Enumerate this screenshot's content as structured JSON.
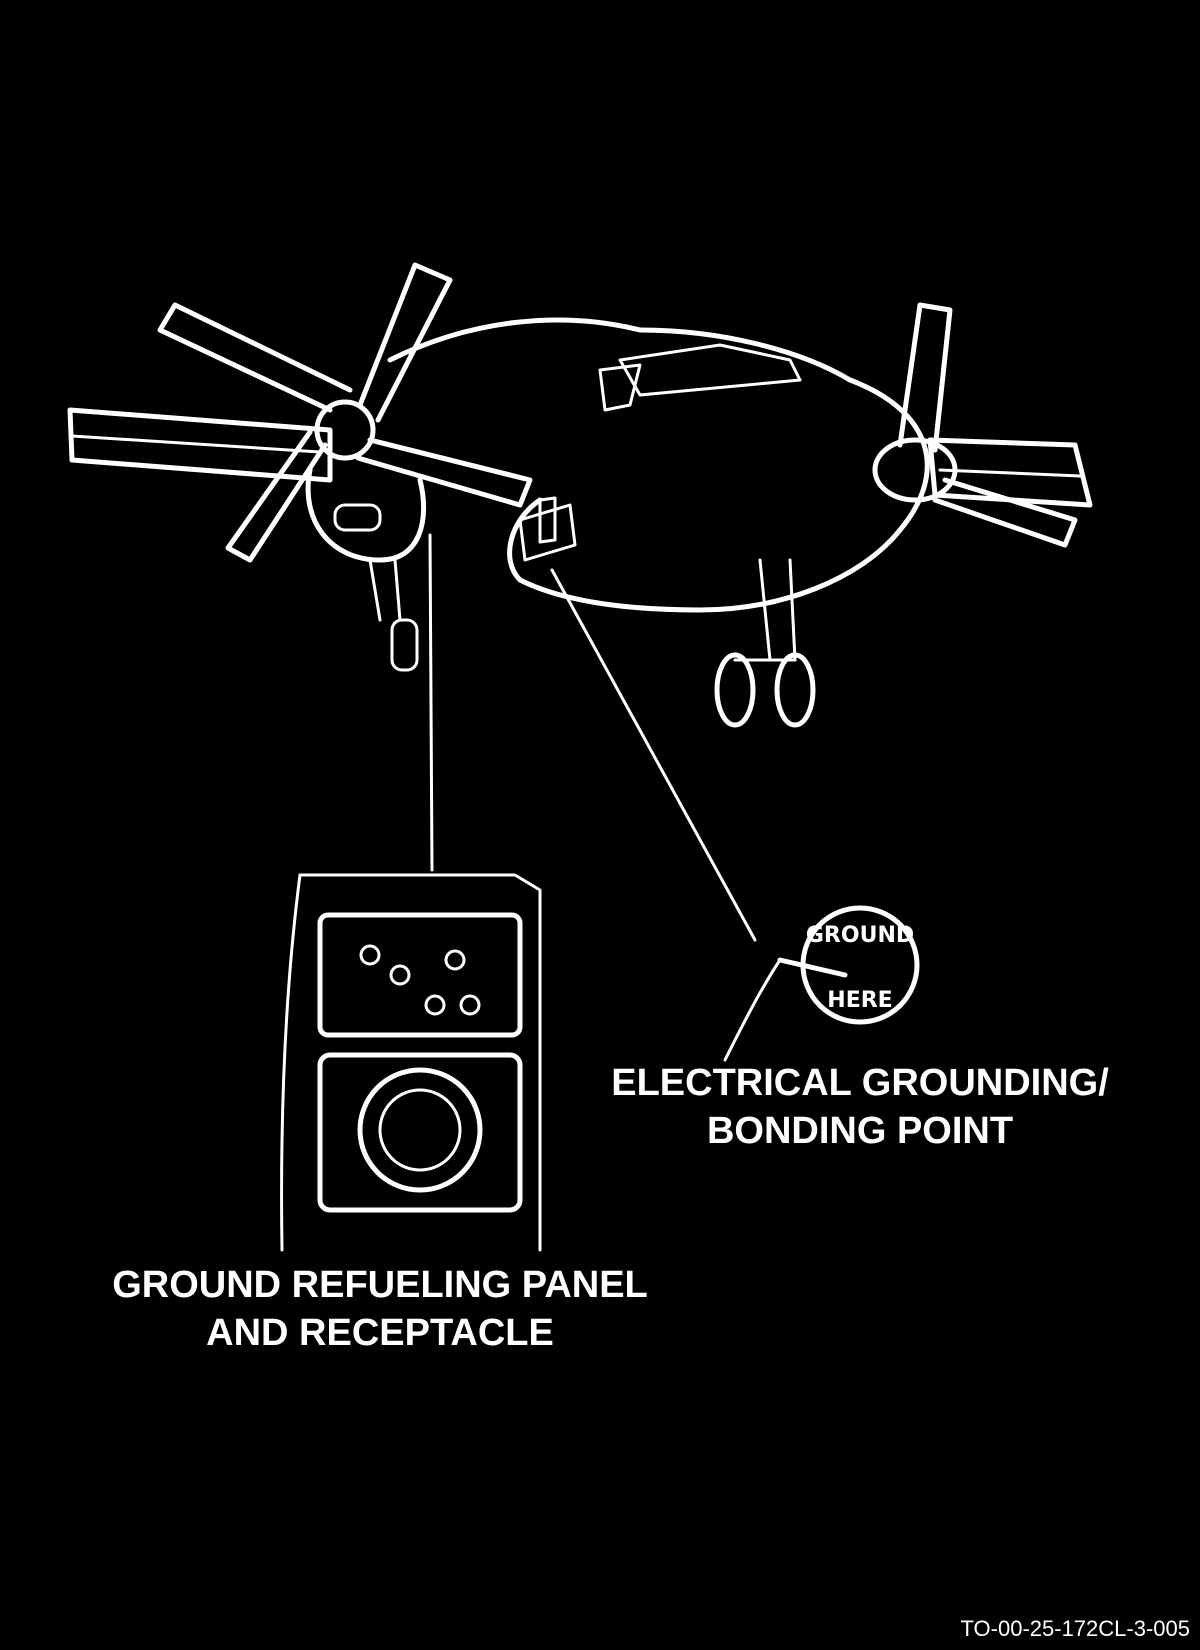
{
  "diagram": {
    "callouts": {
      "grounding_line1": "ELECTRICAL GROUNDING/",
      "grounding_line2": "BONDING POINT",
      "refuel_line1": "GROUND REFUELING PANEL",
      "refuel_line2": "AND RECEPTACLE"
    },
    "grounding_sign": {
      "top": "GROUND",
      "bottom": "HERE"
    },
    "figure_id": "TO-00-25-172CL-3-005"
  },
  "colors": {
    "background": "#000000",
    "ink": "#ffffff"
  }
}
